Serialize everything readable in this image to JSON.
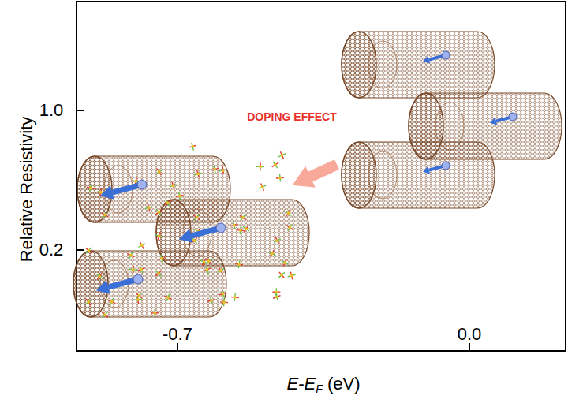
{
  "diagram": {
    "labels": [
      "1.0",
      "0.2",
      "DOPING EFFECT",
      "-0.7",
      "0.0",
      "E-EF (eV)",
      "Relative Resistivity"
    ]
  }
}
